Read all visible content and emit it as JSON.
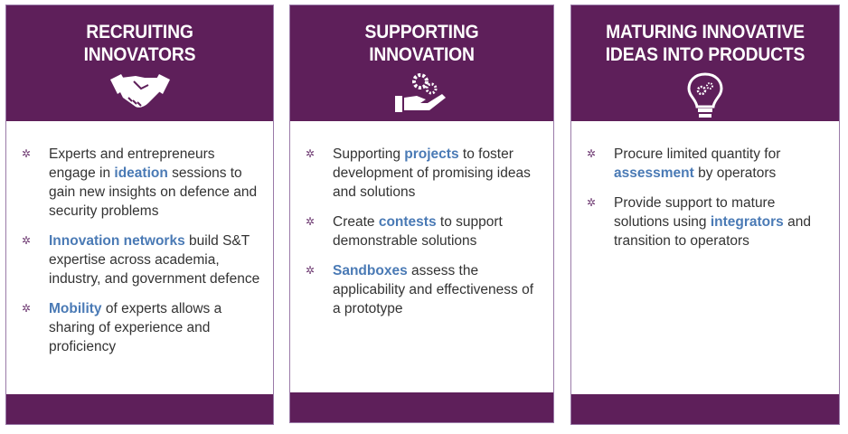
{
  "colors": {
    "purple": "#5e1f5a",
    "highlight": "#4a7ab5",
    "text": "#333333"
  },
  "panels": [
    {
      "title_lines": [
        "RECRUITING",
        "INNOVATORS"
      ],
      "icon": "handshake-icon",
      "items": [
        [
          {
            "t": "Experts and entrepreneurs engage in "
          },
          {
            "t": "ideation",
            "hl": true
          },
          {
            "t": " sessions to gain new insights on defence and security problems"
          }
        ],
        [
          {
            "t": "Innovation networks",
            "hl": true
          },
          {
            "t": " build S&T expertise across academia, industry, and government defence"
          }
        ],
        [
          {
            "t": "Mobility",
            "hl": true
          },
          {
            "t": " of experts allows a sharing of experience and proficiency"
          }
        ]
      ]
    },
    {
      "title_lines": [
        "SUPPORTING",
        "INNOVATION"
      ],
      "icon": "hand-gears-icon",
      "items": [
        [
          {
            "t": "Supporting "
          },
          {
            "t": "projects",
            "hl": true
          },
          {
            "t": " to foster development of promising ideas and solutions"
          }
        ],
        [
          {
            "t": "Create "
          },
          {
            "t": "contests",
            "hl": true
          },
          {
            "t": " to support demonstrable solutions"
          }
        ],
        [
          {
            "t": "Sandboxes",
            "hl": true
          },
          {
            "t": " assess the applicability and effectiveness of a prototype"
          }
        ]
      ]
    },
    {
      "title_lines": [
        "MATURING INNOVATIVE",
        "IDEAS INTO PRODUCTS"
      ],
      "icon": "lightbulb-gears-icon",
      "items": [
        [
          {
            "t": "Procure limited quantity for "
          },
          {
            "t": "assessment",
            "hl": true
          },
          {
            "t": " by operators"
          }
        ],
        [
          {
            "t": "Provide support to mature solutions using "
          },
          {
            "t": "integrators",
            "hl": true
          },
          {
            "t": " and transition to operators"
          }
        ]
      ]
    }
  ]
}
